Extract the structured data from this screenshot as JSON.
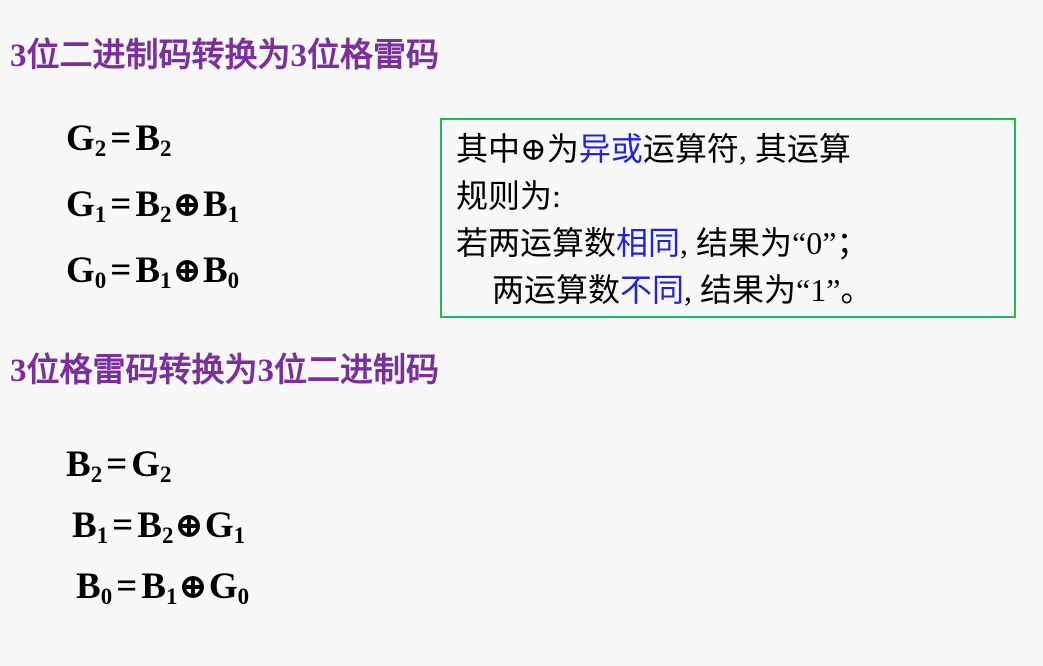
{
  "slide": {
    "background_color": "#f8f8f8",
    "title_color": "#7b2e9e",
    "highlight_color": "#2222dd",
    "box_border_color": "#22bb55",
    "text_color": "#000000"
  },
  "sections": [
    {
      "title": "3位二进制码转换为3位格雷码",
      "formulas": [
        {
          "lhs": "G",
          "lhs_sub": "2",
          "rhs1": "B",
          "rhs1_sub": "2",
          "op": "",
          "rhs2": "",
          "rhs2_sub": ""
        },
        {
          "lhs": "G",
          "lhs_sub": "1",
          "rhs1": "B",
          "rhs1_sub": "2",
          "op": "⊕",
          "rhs2": "B",
          "rhs2_sub": "1"
        },
        {
          "lhs": "G",
          "lhs_sub": "0",
          "rhs1": "B",
          "rhs1_sub": "1",
          "op": "⊕",
          "rhs2": "B",
          "rhs2_sub": "0"
        }
      ]
    },
    {
      "title": "3位格雷码转换为3位二进制码",
      "formulas": [
        {
          "lhs": "B",
          "lhs_sub": "2",
          "rhs1": "G",
          "rhs1_sub": "2",
          "op": "",
          "rhs2": "",
          "rhs2_sub": ""
        },
        {
          "lhs": "B",
          "lhs_sub": "1",
          "rhs1": "B",
          "rhs1_sub": "2",
          "op": "⊕",
          "rhs2": "G",
          "rhs2_sub": "1"
        },
        {
          "lhs": "B",
          "lhs_sub": "0",
          "rhs1": "B",
          "rhs1_sub": "1",
          "op": "⊕",
          "rhs2": "G",
          "rhs2_sub": "0"
        }
      ]
    }
  ],
  "equals_sign": "=",
  "note_box": {
    "line1": {
      "pre": "其中⊕为",
      "highlight": "异或",
      "post": "运算符, 其运算"
    },
    "line2": {
      "pre": "规则为:",
      "highlight": "",
      "post": ""
    },
    "line3": {
      "pre": "若两运算数",
      "highlight": "相同",
      "post": ", 结果为“0”；"
    },
    "line4": {
      "pre": "两运算数",
      "highlight": "不同",
      "post": ", 结果为“1”。"
    }
  }
}
